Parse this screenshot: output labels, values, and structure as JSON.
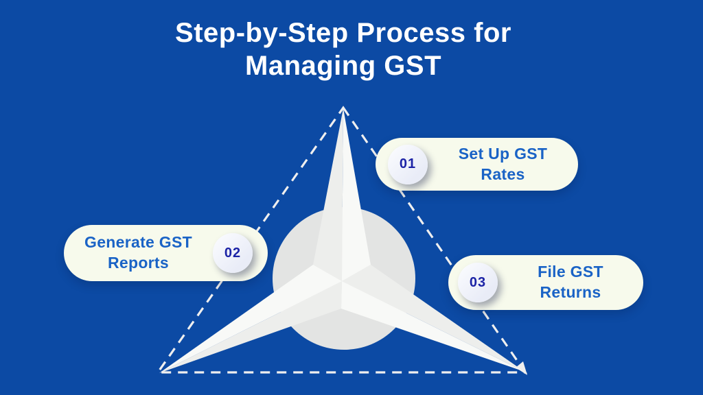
{
  "title": {
    "line1": "Step-by-Step Process for",
    "line2": "Managing GST"
  },
  "steps": [
    {
      "number": "01",
      "label": [
        "Set Up GST",
        "Rates"
      ]
    },
    {
      "number": "02",
      "label": [
        "Generate GST",
        "Reports"
      ]
    },
    {
      "number": "03",
      "label": [
        "File GST",
        "Returns"
      ]
    }
  ],
  "diagram": {
    "shape": "dashed triangle with three-point star over circle",
    "icon_names": [
      "dashed-triangle-outline",
      "three-point-star-icon",
      "circle-backdrop",
      "arrowhead-icon"
    ]
  },
  "colors": {
    "background": "#0C4AA4",
    "title_text": "#FFFFFF",
    "pill_bg": "#F7FAEC",
    "label_text": "#1A63C6",
    "number_text": "#1C23A6",
    "badge_bg": "#E9ECF7",
    "star_light": "#F8F9F7",
    "star_dark": "#EDEEEC",
    "circle_fill": "#E3E4E3",
    "dash_stroke": "#EFEFEF"
  }
}
